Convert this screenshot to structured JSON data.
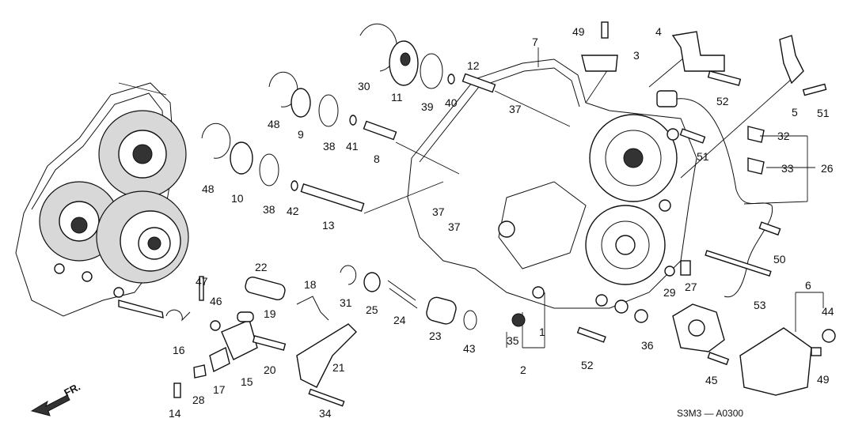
{
  "diagram": {
    "labels": [
      "1",
      "2",
      "3",
      "4",
      "5",
      "6",
      "7",
      "8",
      "9",
      "10",
      "11",
      "12",
      "13",
      "14",
      "15",
      "16",
      "17",
      "18",
      "19",
      "20",
      "21",
      "22",
      "23",
      "24",
      "25",
      "26",
      "27",
      "28",
      "29",
      "30",
      "31",
      "32",
      "33",
      "34",
      "35",
      "36",
      "37",
      "38",
      "39",
      "40",
      "41",
      "42",
      "43",
      "44",
      "45",
      "46",
      "47",
      "48",
      "49",
      "50",
      "51",
      "52",
      "53"
    ],
    "fr_label": "FR.",
    "code": "S3M3 — A0300"
  }
}
